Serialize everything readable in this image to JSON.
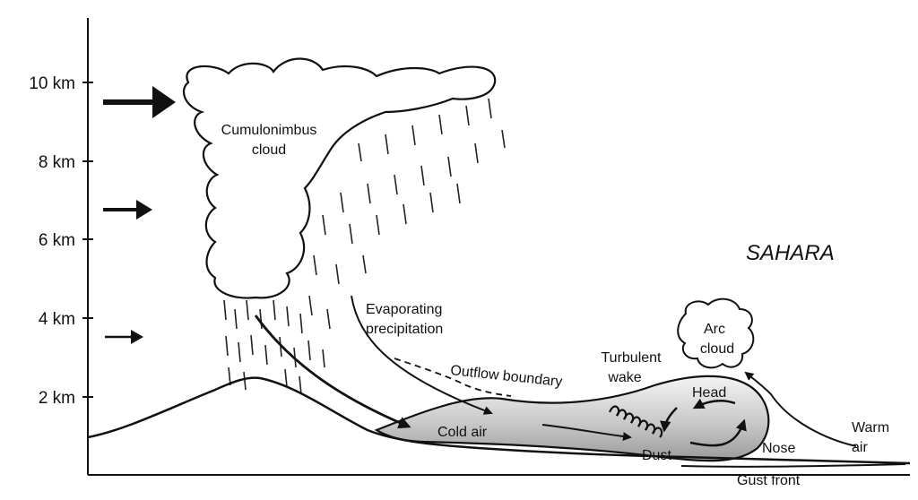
{
  "axis": {
    "ticks": [
      "2 km",
      "4 km",
      "6 km",
      "8 km",
      "10 km"
    ]
  },
  "labels": {
    "region": "SAHARA",
    "cloud_line1": "Cumulonimbus",
    "cloud_line2": "cloud",
    "evap_line1": "Evaporating",
    "evap_line2": "precipitation",
    "outflow_boundary": "Outflow boundary",
    "turbulent_line1": "Turbulent",
    "turbulent_line2": "wake",
    "arc_line1": "Arc",
    "arc_line2": "cloud",
    "head": "Head",
    "cold_air": "Cold air",
    "dust": "Dust",
    "nose": "Nose",
    "warm_line1": "Warm",
    "warm_line2": "air",
    "gust_front": "Gust front"
  },
  "wind_arrows": [
    {
      "strength": "strong",
      "altitude_km": 9.5
    },
    {
      "strength": "medium",
      "altitude_km": 6.8
    },
    {
      "strength": "weak",
      "altitude_km": 3.8
    }
  ],
  "colors": {
    "ink": "#111111",
    "cold_pool_dark": "#9a9a9a",
    "cold_pool_light": "#f2f2f2"
  }
}
